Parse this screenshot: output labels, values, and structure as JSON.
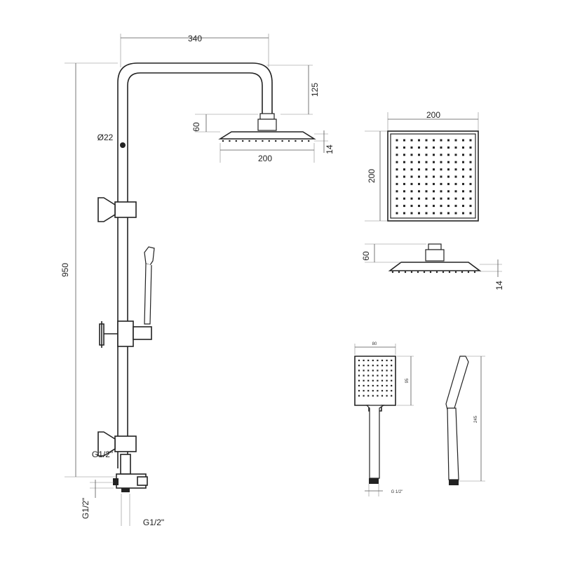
{
  "dimensions": {
    "overall_width": "340",
    "arm_drop": "125",
    "pipe_diameter": "Ø22",
    "total_height": "950",
    "head_neck": "60",
    "head_thickness": "14",
    "head_width": "200",
    "top_view_width": "200",
    "top_view_depth": "200",
    "side_view_neck": "60",
    "side_view_thickness": "14",
    "hand_shower_width": "80",
    "hand_shower_face": "95",
    "hand_shower_length": "245",
    "inlet_connection_left": "G1/2\"",
    "inlet_connection_bottom": "G1/2\"",
    "hose_connection": "G1/2\"",
    "hand_shower_thread": "G 1/2\""
  }
}
